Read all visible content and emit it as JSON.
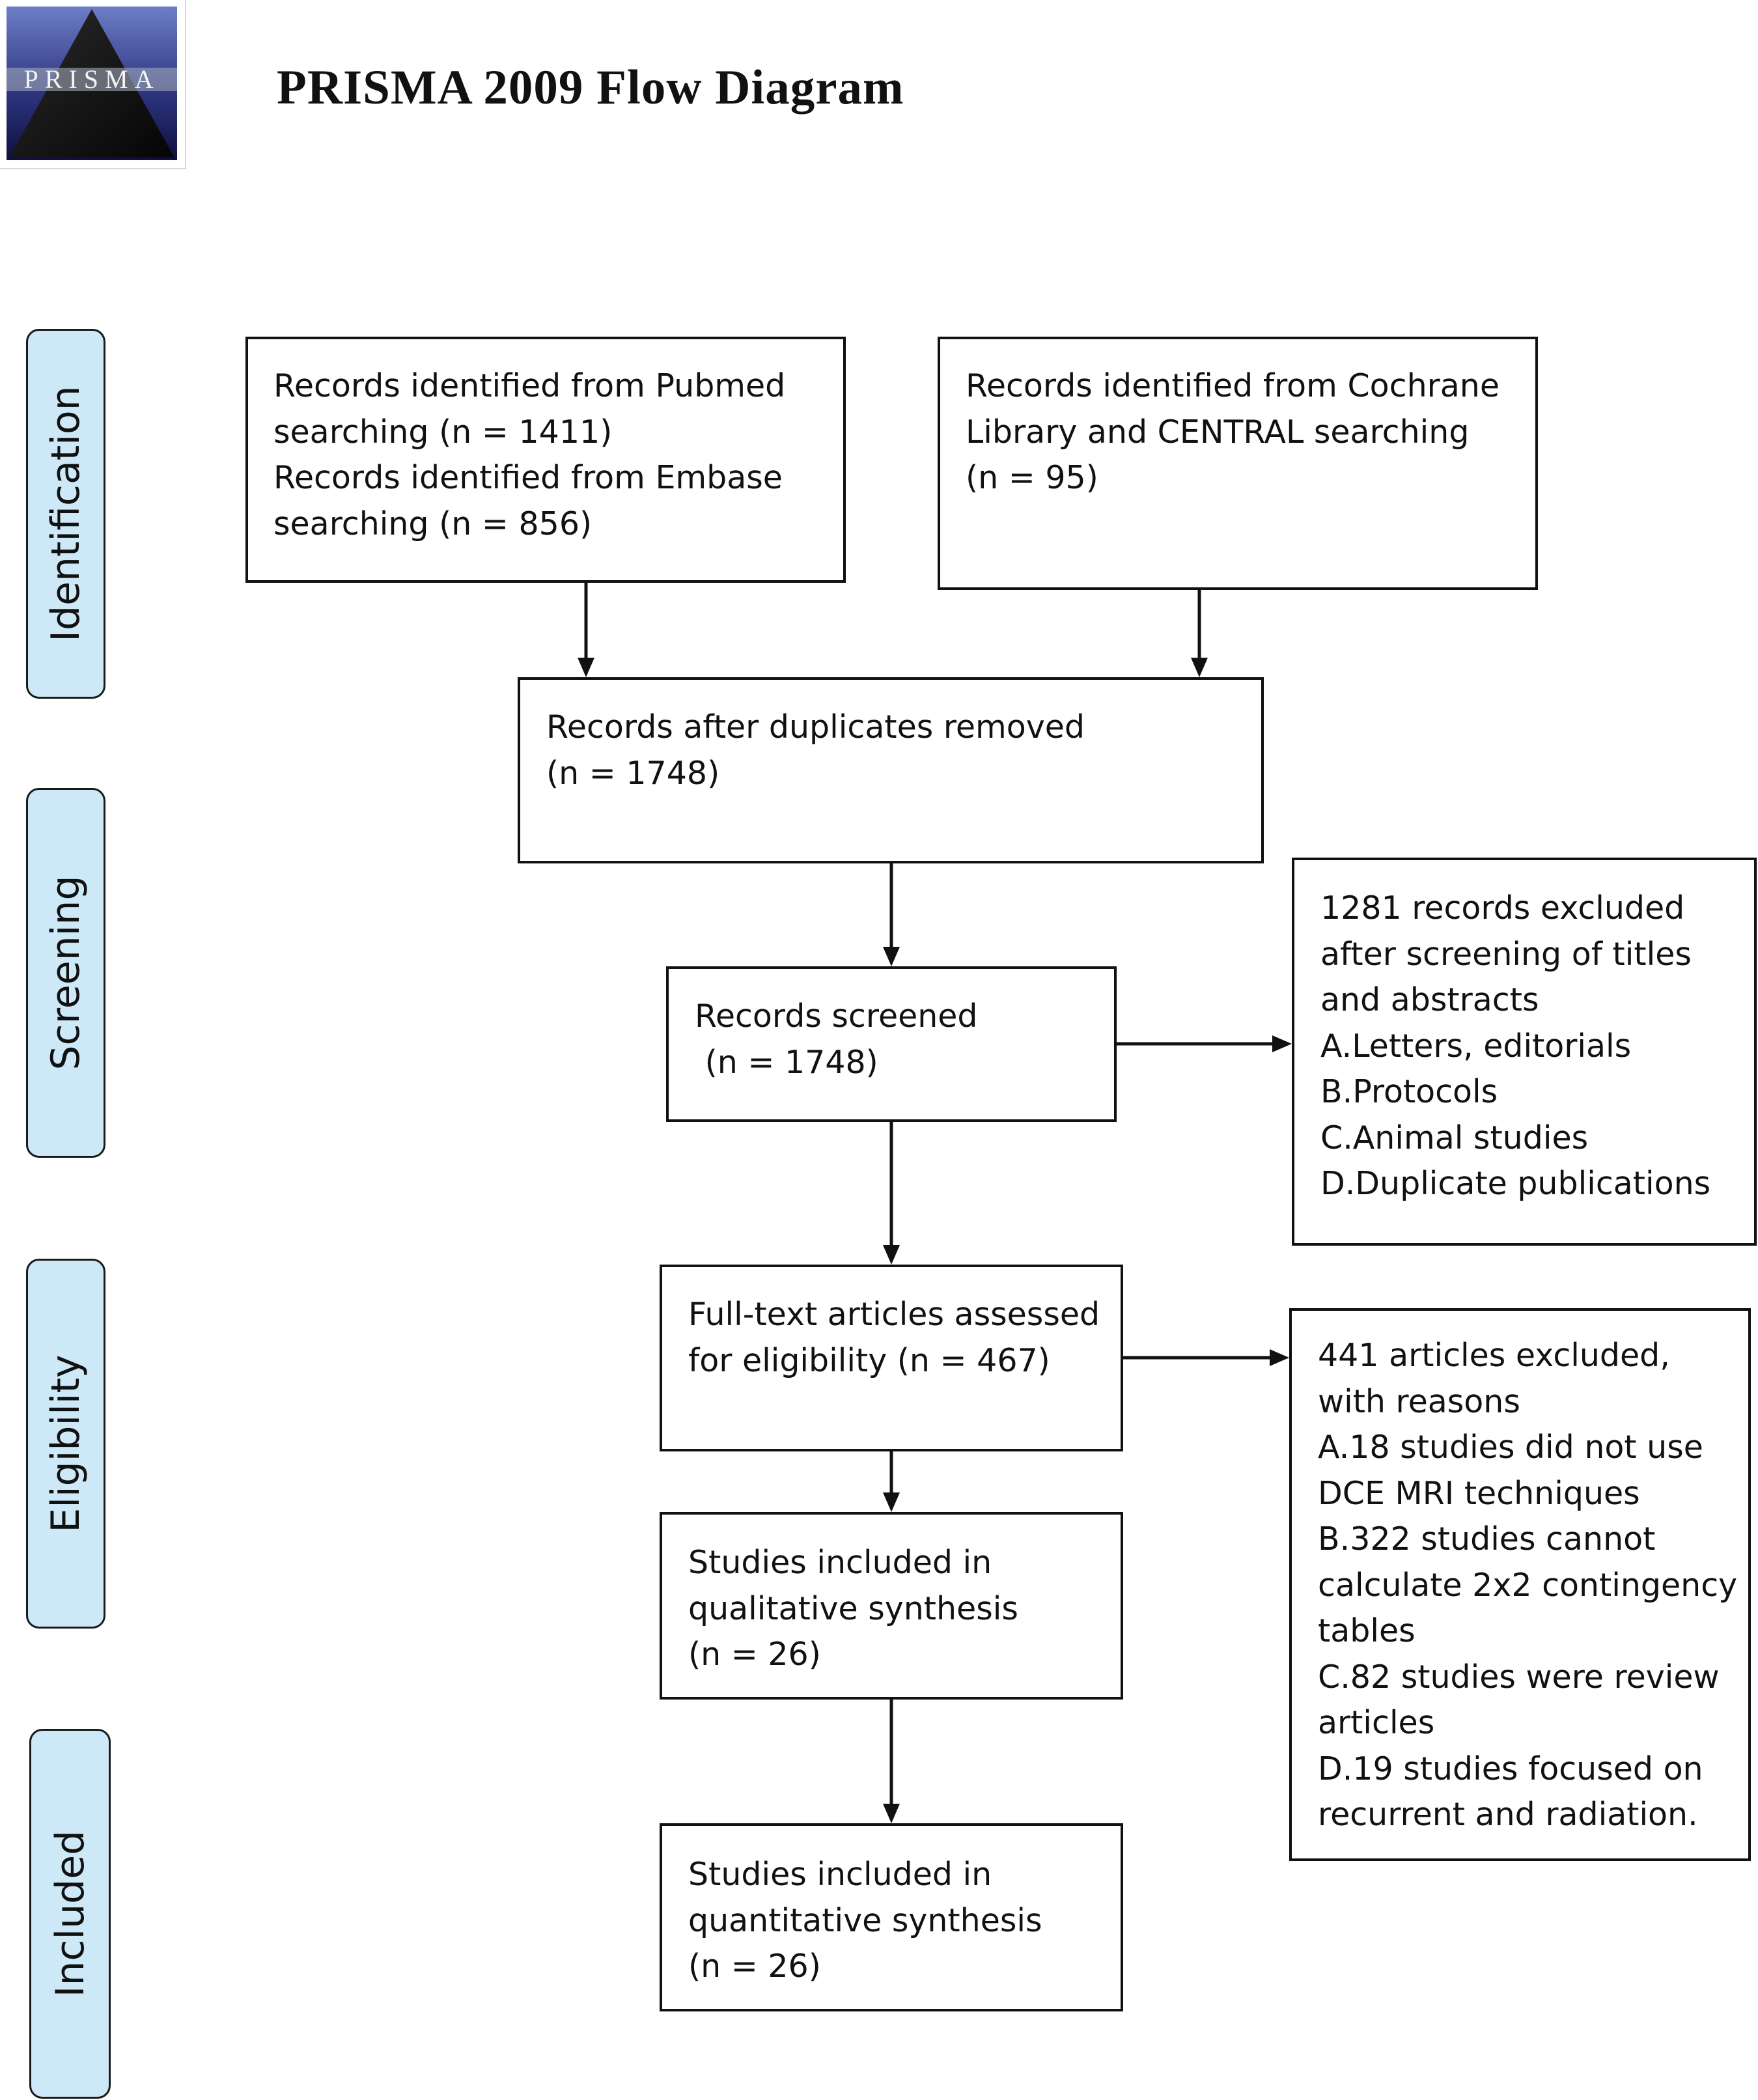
{
  "header": {
    "logo_text": "PRISMA",
    "title": "PRISMA 2009 Flow Diagram"
  },
  "phases": {
    "identification": "Identification",
    "screening": "Screening",
    "eligibility": "Eligibility",
    "included": "Included"
  },
  "boxes": {
    "pubmed_embase": "Records identified from Pubmed\nsearching (n = 1411)\nRecords identified from Embase\nsearching (n = 856)",
    "cochrane": "Records identified from Cochrane\nLibrary and CENTRAL searching\n(n = 95)",
    "duplicates_removed": "Records after duplicates removed\n(n = 1748)",
    "screened": "Records screened\n (n = 1748)",
    "excluded_screening": "1281 records excluded\nafter screening of titles\nand abstracts\nA.Letters, editorials\nB.Protocols\nC.Animal studies\nD.Duplicate publications",
    "fulltext_assessed": "Full-text articles assessed\nfor eligibility (n = 467)",
    "excluded_fulltext": "441 articles excluded,\nwith reasons\nA.18 studies did not use\nDCE MRI techniques\nB.322 studies cannot\ncalculate 2x2 contingency\ntables\nC.82 studies were review\narticles\nD.19 studies focused on\nrecurrent and radiation.",
    "qualitative": "Studies included in\nqualitative synthesis\n(n = 26)",
    "quantitative": "Studies included in\nquantitative synthesis\n(n = 26)"
  }
}
